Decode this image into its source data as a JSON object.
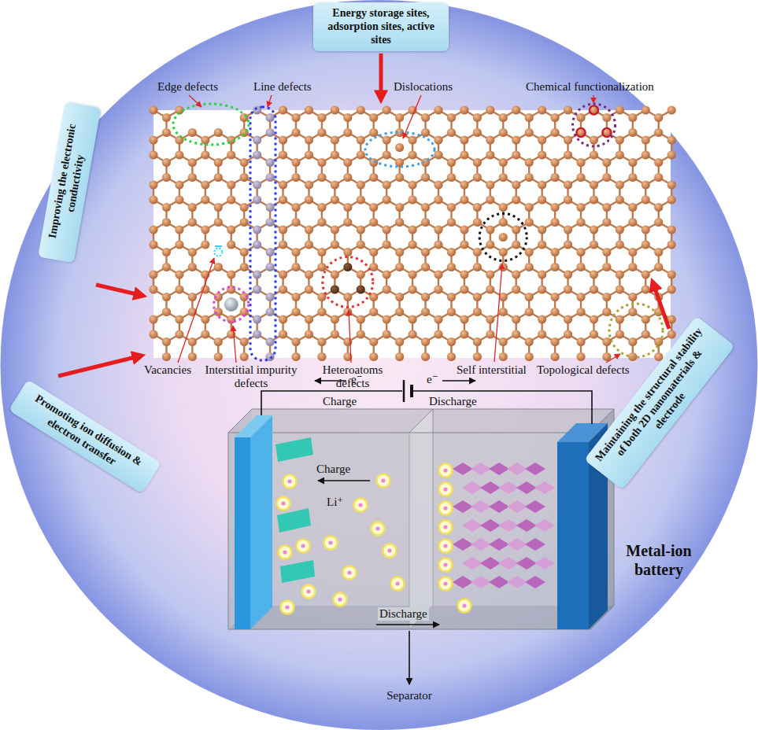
{
  "diagram": {
    "nodes": [
      {
        "text": [
          "Energy storage sites, adsorption sites, active sites"
        ]
      },
      {
        "text": [
          "Improving the electronic conductivity"
        ]
      },
      {
        "text": [
          "Promoting ion diffusion & electron transfer"
        ]
      },
      {
        "text": [
          "Maintaining the structural stability of both 2D nanomaterials & electrode"
        ]
      }
    ],
    "labels": [
      "Edge defects",
      "Line defects",
      "Dislocations",
      "Chemical functionalization",
      "Vacancies",
      "Interstitial impurity defects",
      "Heteroatoms defects",
      "Self interstitial",
      "Topological defects",
      "e⁻",
      "Charge",
      "e⁻",
      "Discharge",
      "Charge",
      "Li⁺",
      "Discharge",
      "Separator",
      "Metal-ion battery"
    ]
  }
}
